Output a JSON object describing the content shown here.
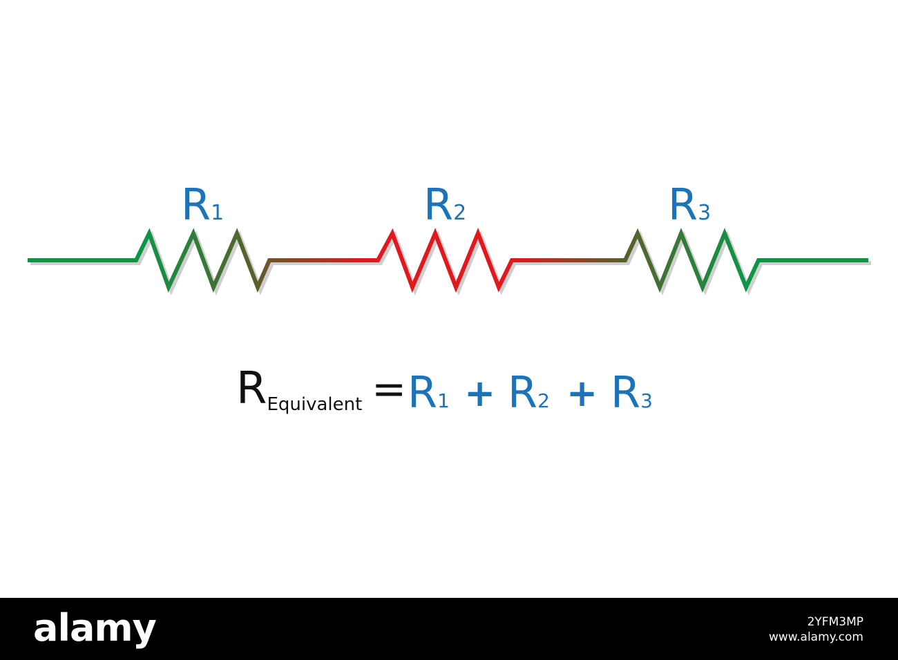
{
  "colors": {
    "wire_green": "#0f9447",
    "mid_olive": "#5a5f2a",
    "resistor_red": "#e2181f",
    "label_blue": "#1b73b9",
    "text_black": "#111111",
    "shadow": "#cfcfcf"
  },
  "resistors": [
    {
      "main": "R",
      "sub": "1"
    },
    {
      "main": "R",
      "sub": "2"
    },
    {
      "main": "R",
      "sub": "3"
    }
  ],
  "formula": {
    "lhs_main": "R",
    "lhs_sub": "Equivalent",
    "equals": "=",
    "terms": [
      {
        "main": "R",
        "sub": "1"
      },
      {
        "main": "R",
        "sub": "2"
      },
      {
        "main": "R",
        "sub": "3"
      }
    ],
    "operators": [
      "+",
      "+"
    ]
  },
  "watermark": {
    "logo": "alamy",
    "image_id": "2YFM3MP",
    "site": "www.alamy.com"
  }
}
